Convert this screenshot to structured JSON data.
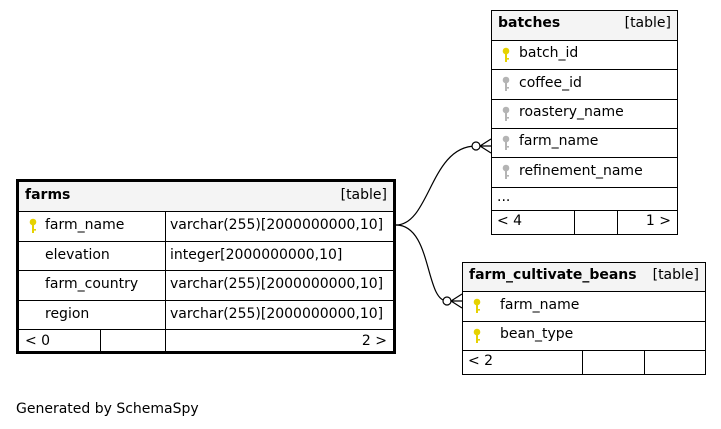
{
  "tables": {
    "farms": {
      "name": "farms",
      "type": "[table]",
      "columns": [
        {
          "name": "farm_name",
          "datatype": "varchar(255)[2000000000,10]",
          "key": "primary"
        },
        {
          "name": "elevation",
          "datatype": "integer[2000000000,10]",
          "key": "none"
        },
        {
          "name": "farm_country",
          "datatype": "varchar(255)[2000000000,10]",
          "key": "none"
        },
        {
          "name": "region",
          "datatype": "varchar(255)[2000000000,10]",
          "key": "none"
        }
      ],
      "footer_left": "< 0",
      "footer_right": "2 >"
    },
    "batches": {
      "name": "batches",
      "type": "[table]",
      "columns": [
        {
          "name": "batch_id",
          "key": "primary"
        },
        {
          "name": "coffee_id",
          "key": "foreign"
        },
        {
          "name": "roastery_name",
          "key": "foreign"
        },
        {
          "name": "farm_name",
          "key": "foreign"
        },
        {
          "name": "refinement_name",
          "key": "foreign"
        }
      ],
      "ellipsis": "...",
      "footer_left": "< 4",
      "footer_right": "1 >"
    },
    "farm_cultivate_beans": {
      "name": "farm_cultivate_beans",
      "type": "[table]",
      "columns": [
        {
          "name": "farm_name",
          "key": "primary"
        },
        {
          "name": "bean_type",
          "key": "primary"
        }
      ],
      "footer_left": "< 2"
    }
  },
  "colors": {
    "primary_key": "#e6d200",
    "foreign_key": "#b4b4b4",
    "header_bg": "#f4f4f4"
  },
  "footer_text": "Generated by SchemaSpy"
}
